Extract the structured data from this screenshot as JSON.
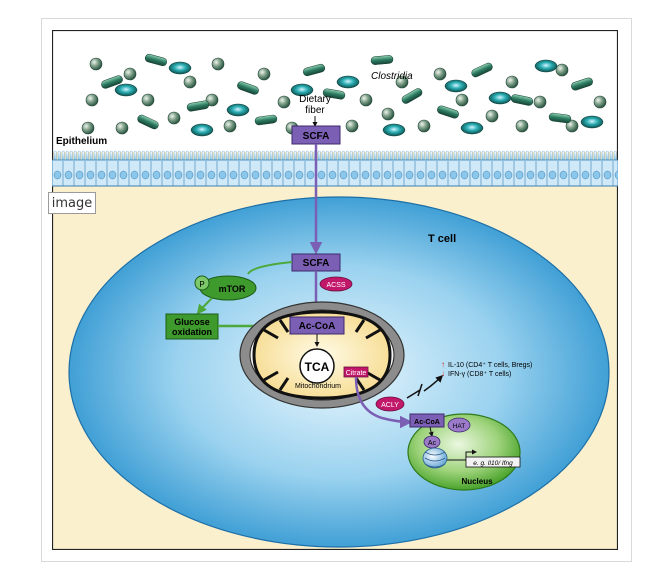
{
  "image_tag": "image",
  "diagram": {
    "bacteria_label": "Clostridia",
    "dietary_fiber_line1": "Dietary",
    "dietary_fiber_line2": "fiber",
    "epithelium_label": "Epithelium",
    "scfa_top": "SCFA",
    "tcell_label": "T cell",
    "scfa_cell": "SCFA",
    "p_label": "P",
    "mtor_label": "mTOR",
    "acss_label": "ACSS",
    "glucose_line1": "Glucose",
    "glucose_line2": "oxidation",
    "acoa_mito": "Ac-CoA",
    "tca_label": "TCA",
    "citrate_label": "Citrate",
    "mito_label": "Mitochondrium",
    "il10_text": "IL-10 (CD4⁺ T cells, Bregs)",
    "ifng_text": "IFN-γ (CD8⁺ T cells)",
    "acly_label": "ACLY",
    "acoa_nuc": "Ac-CoA",
    "hat_label": "HAT",
    "ac_label": "Ac",
    "gene_label": "e. g. Il10/ Ifng",
    "nucleus_label": "Nucleus"
  },
  "colors": {
    "lumen": "#ffffff",
    "tissue": "#fbf0cd",
    "cell_blue": "#3da6dc",
    "scfa_purple": "#7b5fb4",
    "enzyme_magenta": "#c2186b",
    "nucleus_green": "#5bb83a",
    "bacteria_green": "#2c7a62"
  }
}
